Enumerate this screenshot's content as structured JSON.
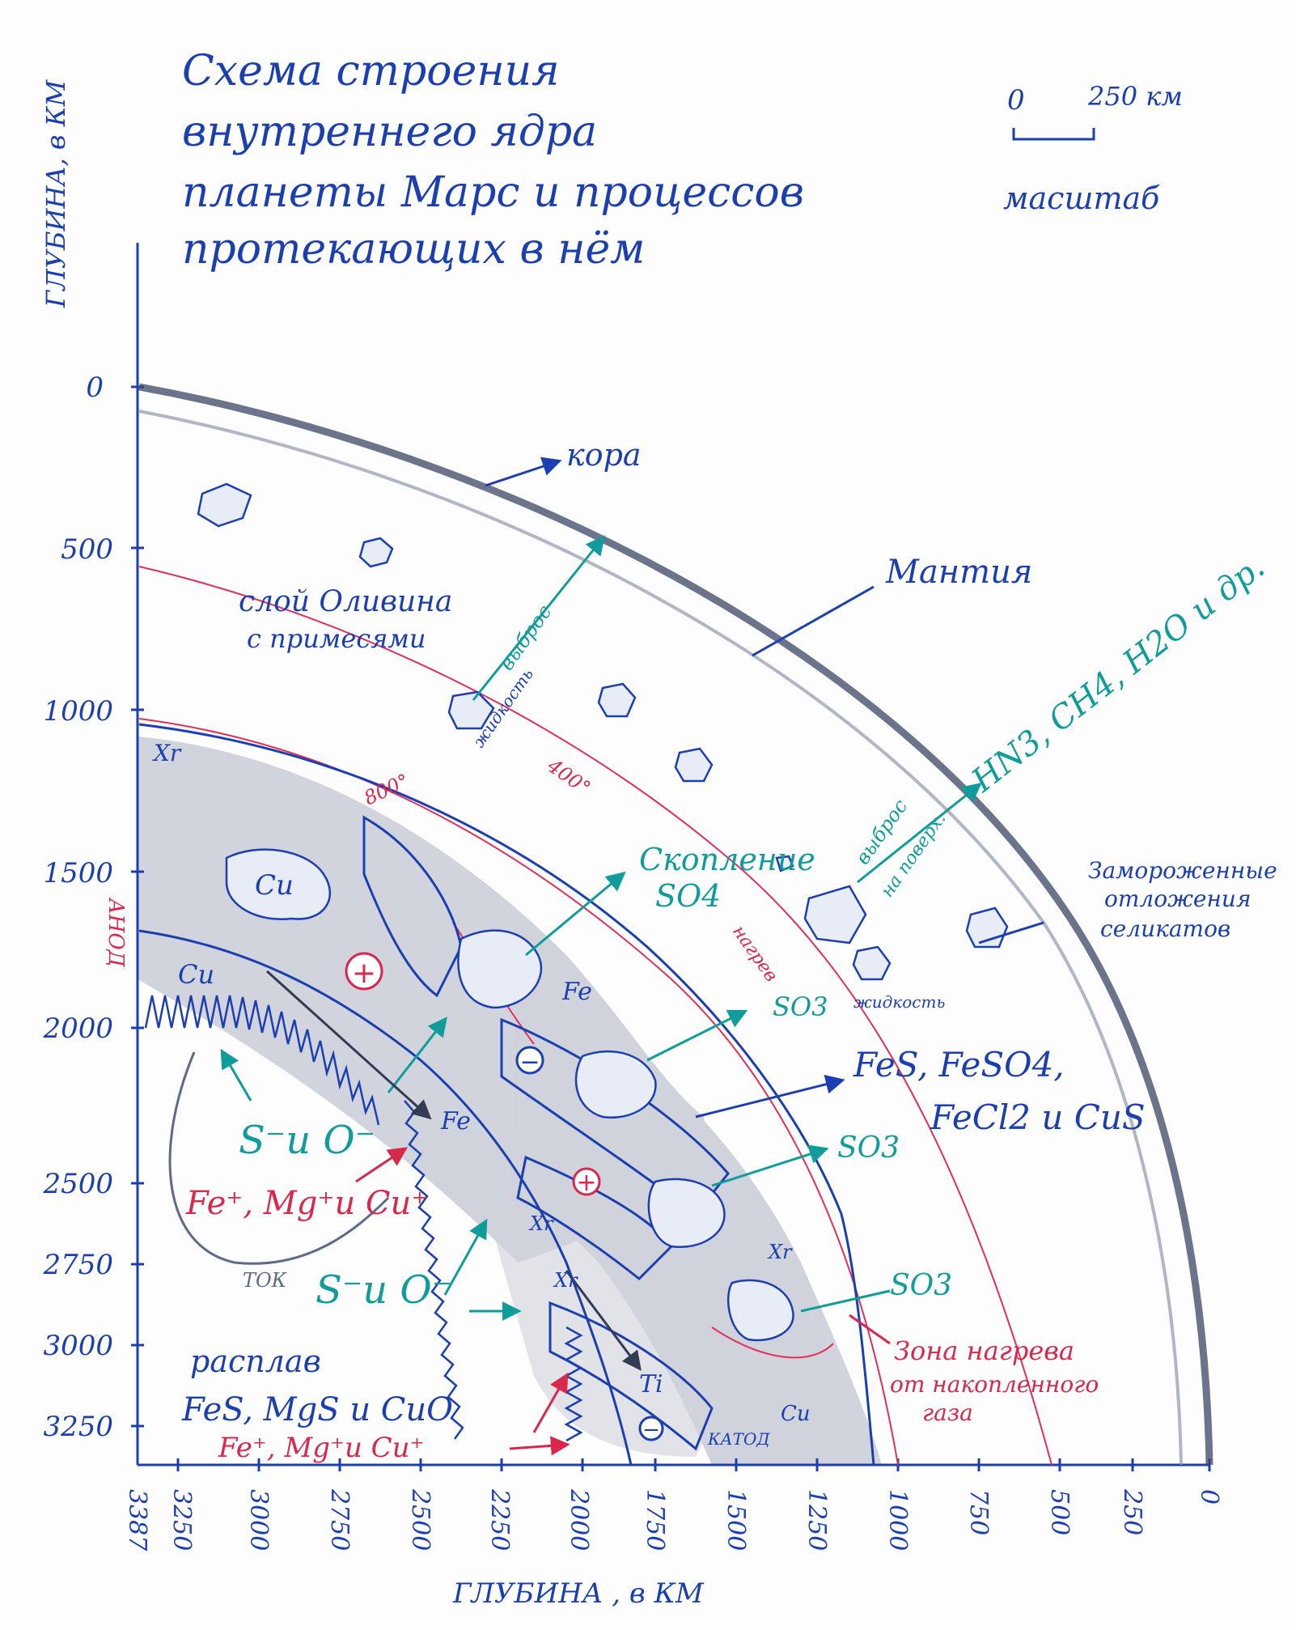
{
  "title_lines": [
    "Схема строения",
    "внутреннего ядра",
    "планеты Марс и процессов",
    "протекающих в нём"
  ],
  "scale": {
    "zero": "0",
    "value": "250 км",
    "label": "масштаб"
  },
  "y_axis": {
    "title": "ГЛУБИНА, в КМ",
    "ticks": [
      "0",
      "500",
      "1000",
      "1500",
      "2000",
      "2500",
      "2750",
      "3000",
      "3250"
    ]
  },
  "x_axis": {
    "title": "ГЛУБИНА , в КМ",
    "ticks": [
      "3387",
      "3250",
      "3000",
      "2750",
      "2500",
      "2250",
      "2000",
      "1750",
      "1500",
      "1250",
      "1000",
      "750",
      "500",
      "250",
      "0"
    ]
  },
  "labels": {
    "kora": "кора",
    "mantiya": "Мантия",
    "olivine_line1": "слой Оливина",
    "olivine_line2": "с примесями",
    "vybros1": "выброс",
    "zhidkost1": "жидкость",
    "gases": "HN3, CH4, H2O и др.",
    "vybros2": "выброс",
    "na_poverkh": "на поверх.",
    "frozen_line1": "Замороженные",
    "frozen_line2": "отложения",
    "frozen_line3": "селикатов",
    "skoplenie": "Скопление",
    "so4": "SO4",
    "nagrev": "нагрев",
    "t800": "800°",
    "t400": "400°",
    "anod": "АНОД",
    "cu1": "Cu",
    "cu2": "Cu",
    "cu3": "Cu",
    "xr1": "Xr",
    "xr2": "Xr",
    "xr3": "Xr",
    "xr4": "Xr",
    "fe1": "Fe",
    "fe2": "Fe",
    "ti": "Ti",
    "so3_1": "SO3",
    "zhidkost2": "жидкость",
    "fes_line1": "FeS, FeSO4,",
    "fes_line2": "FeCl2 и CuS",
    "so3_2": "SO3",
    "so3_3": "SO3",
    "s_o_1": "S⁻и O⁻",
    "fe_mg_cu_1": "Fe⁺, Mg⁺и Cu⁺",
    "tok": "ТОК",
    "s_o_2": "S⁻и O⁻",
    "zone_line1": "Зона нагрева",
    "zone_line2": "от накопленного",
    "zone_line3": "газа",
    "rasplav": "расплав",
    "rasplav_comp": "FeS, MgS и CuO",
    "fe_mg_cu_2": "Fe⁺, Mg⁺и Cu⁺",
    "katod": "КАТОД",
    "plus": "+",
    "minus": "−"
  },
  "colors": {
    "ink_blue": "#1b3fb0",
    "ink_teal": "#119c9c",
    "ink_red": "#d8284b",
    "pencil": "#9aa3b5"
  }
}
